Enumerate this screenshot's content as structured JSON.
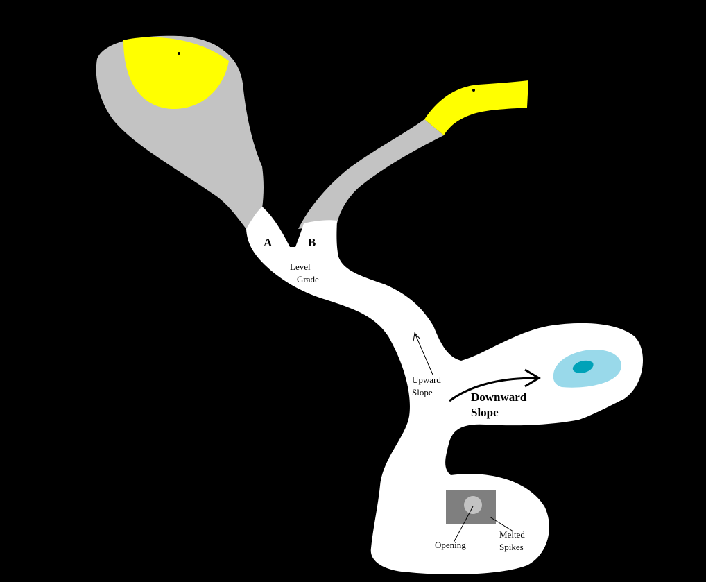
{
  "colors": {
    "background": "#000000",
    "tunnel": "#ffffff",
    "gray_passage": "#c3c3c3",
    "light_source": "#ffff00",
    "pool": "#99d9ea",
    "pool_center": "#00a2b8",
    "opening_box": "#7f7f7f",
    "opening_hole": "#c3c3c3"
  },
  "labels": {
    "a": "A",
    "b": "B",
    "level_line1": "Level",
    "level_line2": "Grade",
    "upward_line1": "Upward",
    "upward_line2": "Slope",
    "downward_line1": "Downward",
    "downward_line2": "Slope",
    "opening": "Opening",
    "melted_line1": "Melted",
    "melted_line2": "Spikes"
  }
}
